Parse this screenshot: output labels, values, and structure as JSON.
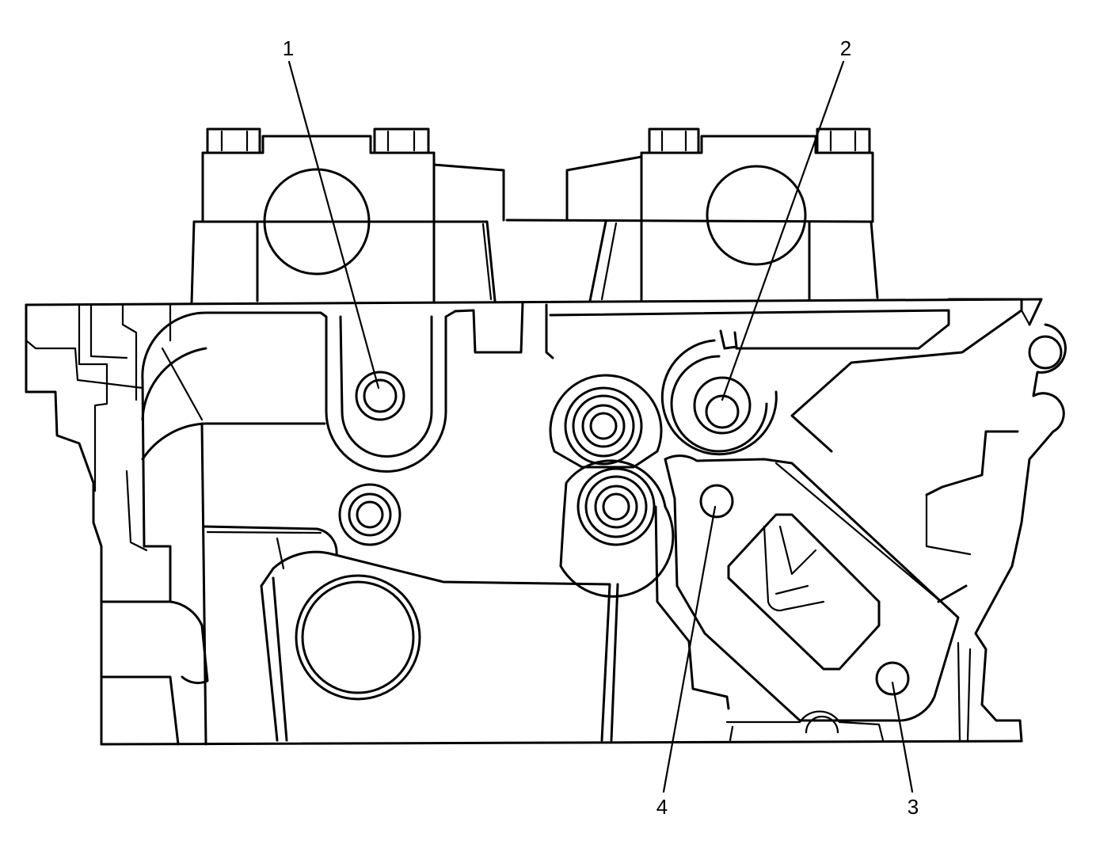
{
  "figure": {
    "callouts": [
      {
        "number": "1"
      },
      {
        "number": "2"
      },
      {
        "number": "3"
      },
      {
        "number": "4"
      }
    ]
  }
}
